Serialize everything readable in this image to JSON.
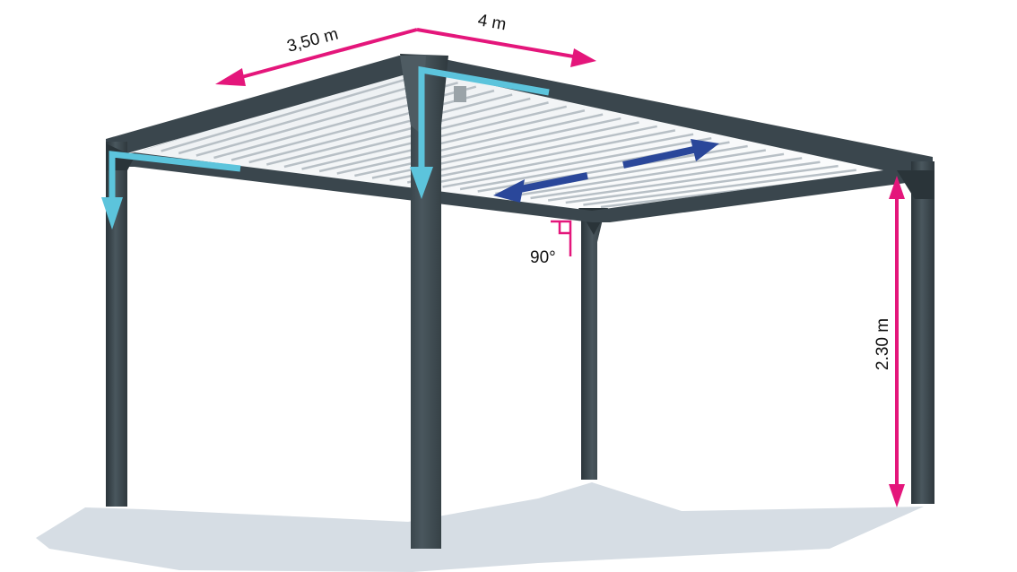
{
  "labels": {
    "depth": "3,50 m",
    "width": "4 m",
    "height": "2.30 m",
    "angle": "90°"
  },
  "colors": {
    "frame": "#3a464d",
    "frame_dark": "#2a3439",
    "dimension": "#e4167b",
    "drain": "#5cc4dc",
    "louver_arrow": "#2a479a",
    "shadow": "#d6dde4",
    "louver_light": "#f4f6f7",
    "louver_shade": "#b8c0c6"
  },
  "icons": {
    "drain_arrows": "arrow-down-icon",
    "louver_arrows": "double-arrow-icon",
    "angle_marker": "right-angle-icon"
  }
}
